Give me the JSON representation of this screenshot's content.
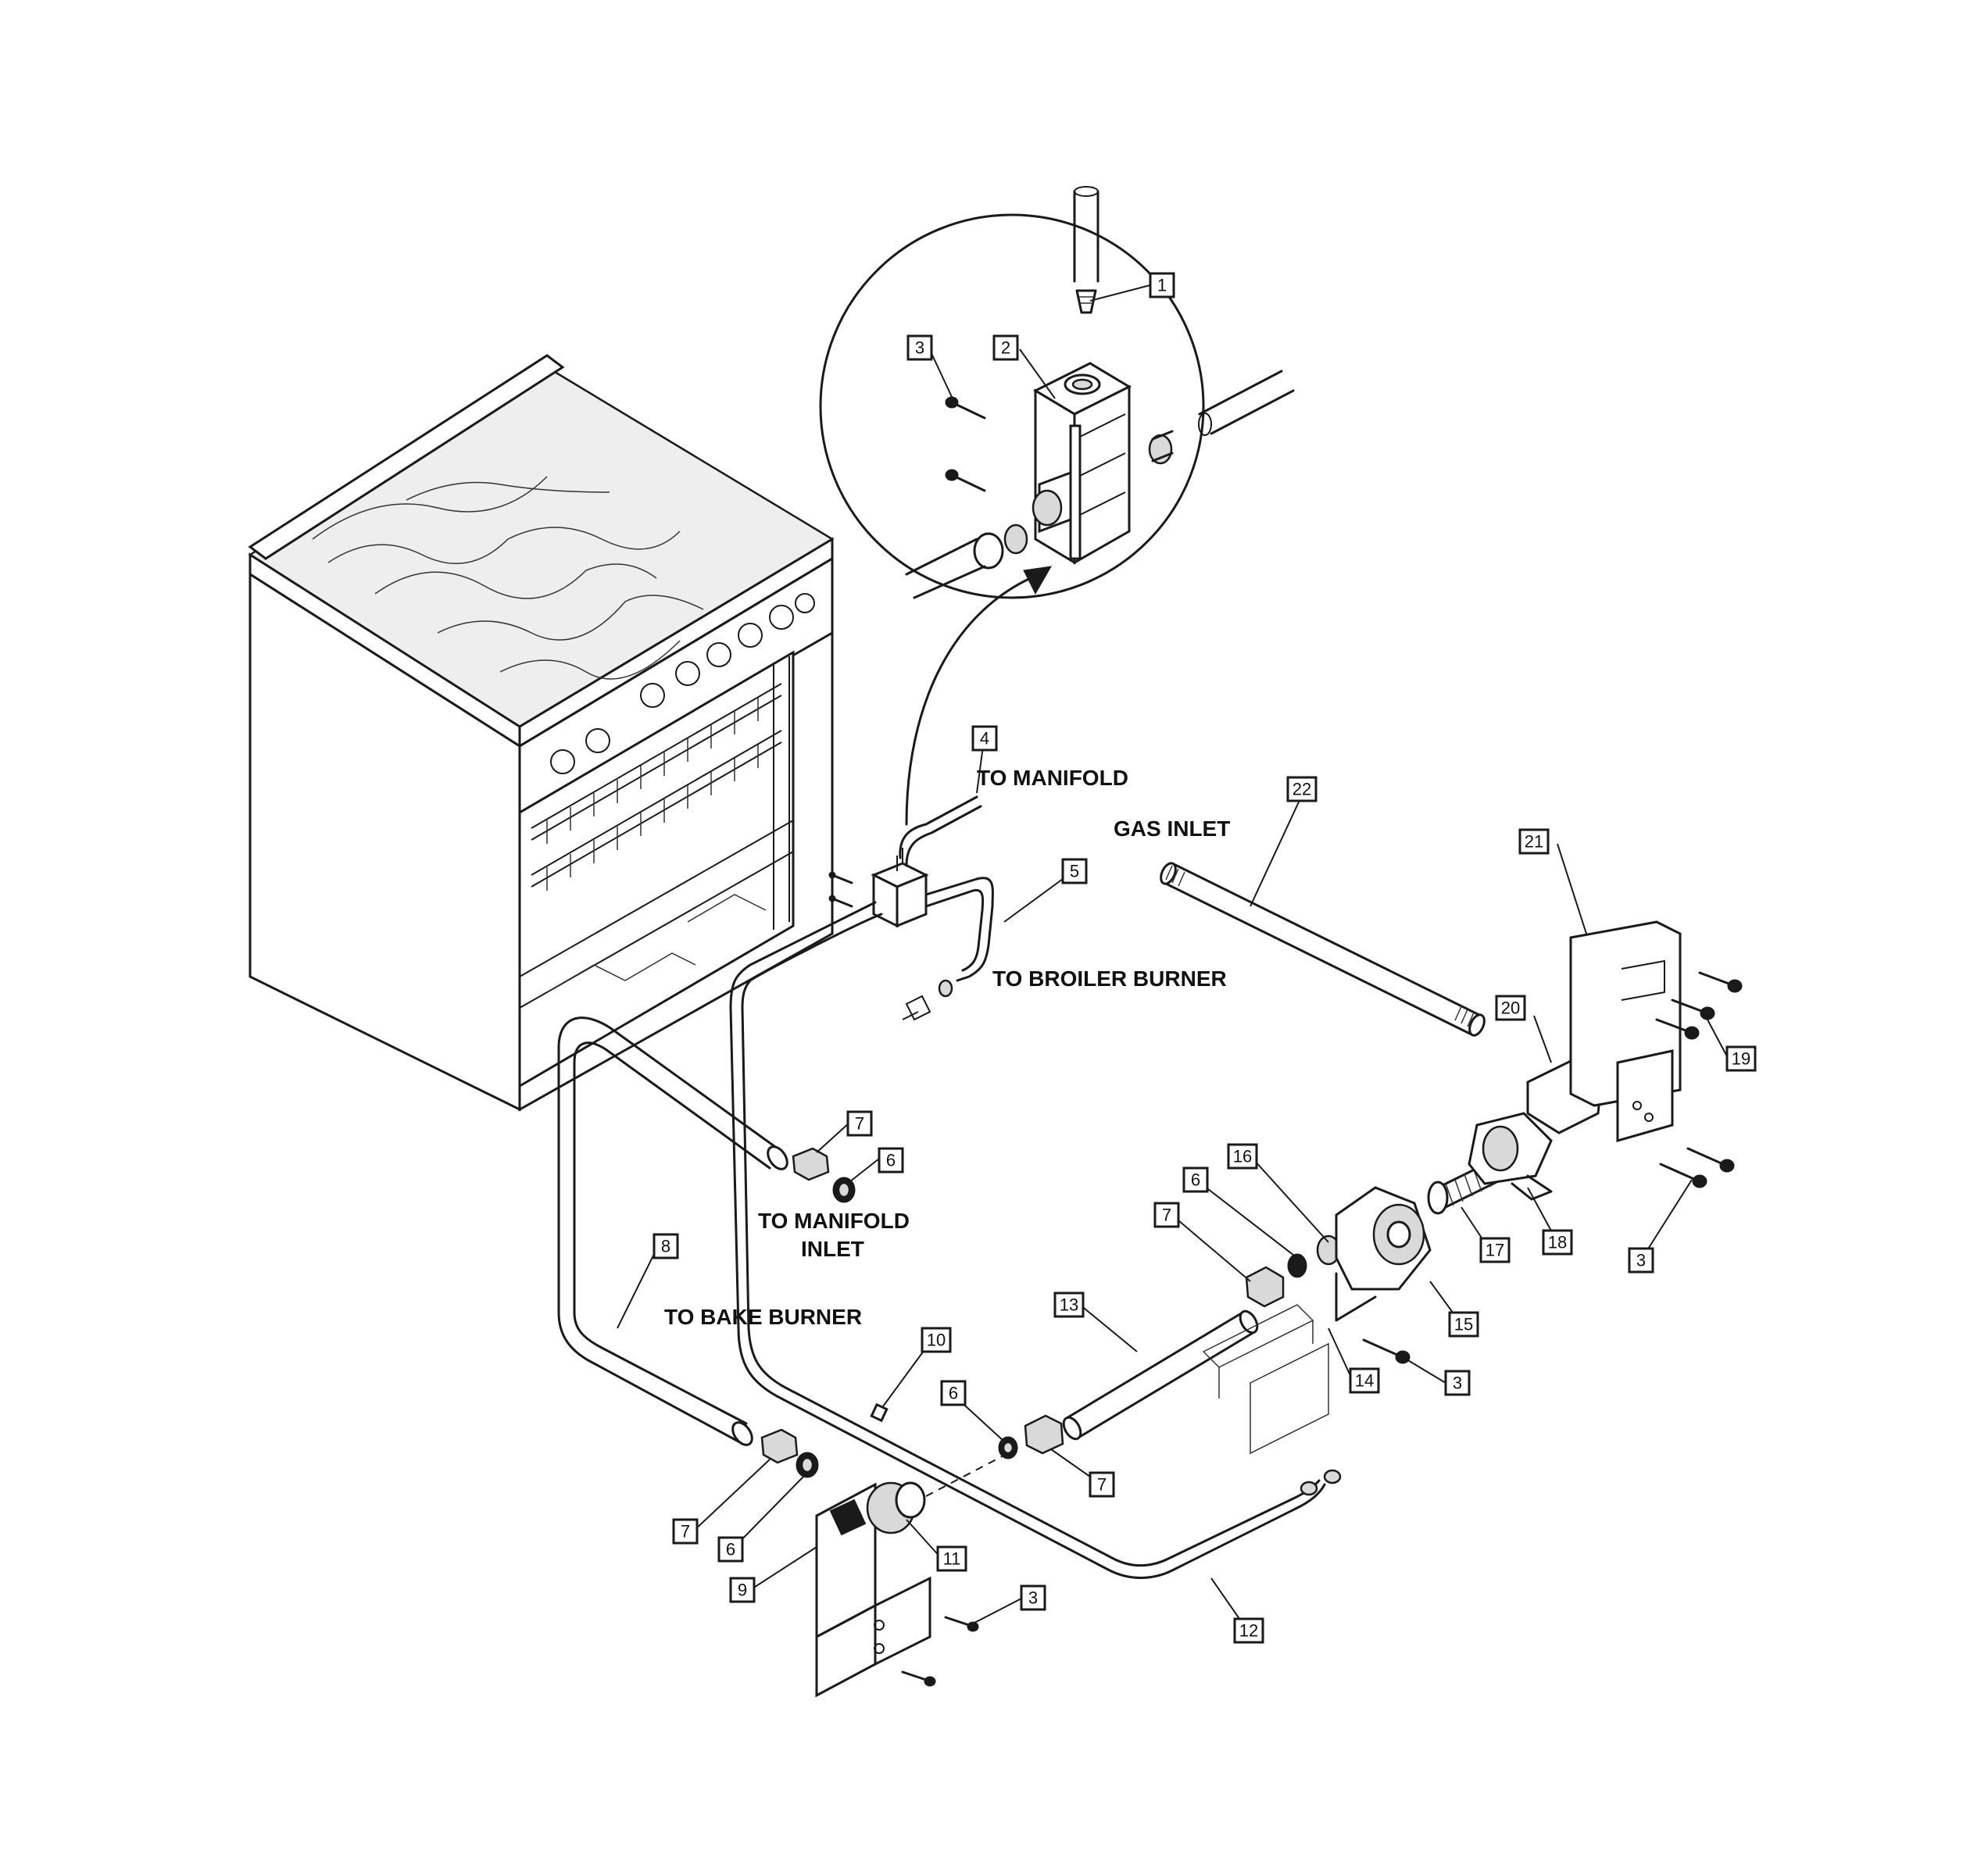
{
  "labels": {
    "to_manifold": "TO MANIFOLD",
    "gas_inlet": "GAS INLET",
    "to_broiler_burner": "TO BROILER BURNER",
    "to_manifold_inlet_1": "TO MANIFOLD",
    "to_manifold_inlet_2": "INLET",
    "to_bake_burner": "TO BAKE BURNER"
  },
  "callouts": {
    "c1": "1",
    "c2": "2",
    "c3a": "3",
    "c3b": "3",
    "c3c": "3",
    "c3d": "3",
    "c4": "4",
    "c5": "5",
    "c6a": "6",
    "c6b": "6",
    "c6c": "6",
    "c6d": "6",
    "c7a": "7",
    "c7b": "7",
    "c7c": "7",
    "c7d": "7",
    "c8": "8",
    "c9": "9",
    "c10": "10",
    "c11": "11",
    "c12": "12",
    "c13": "13",
    "c14": "14",
    "c15": "15",
    "c16": "16",
    "c17": "17",
    "c18": "18",
    "c19": "19",
    "c20": "20",
    "c21": "21",
    "c22": "22"
  }
}
